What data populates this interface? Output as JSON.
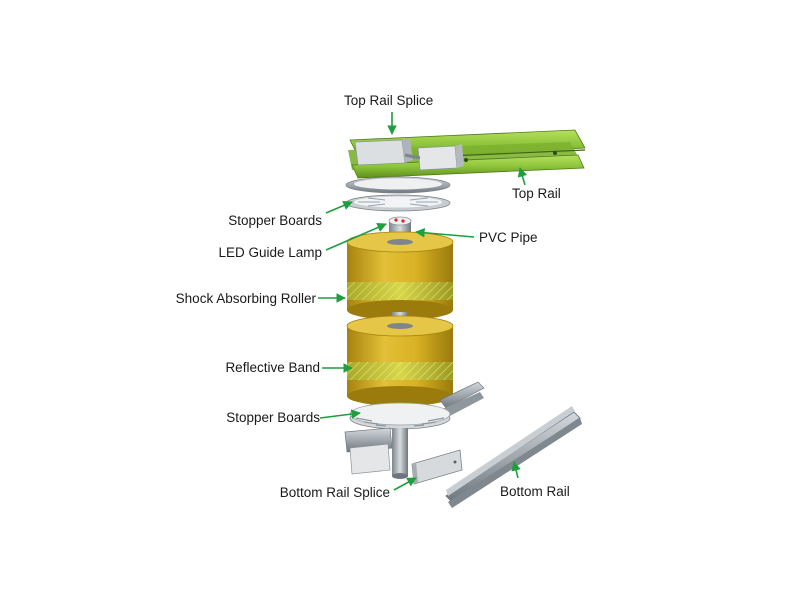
{
  "diagram": {
    "labels": {
      "top_rail_splice": "Top Rail Splice",
      "top_rail": "Top Rail",
      "stopper_boards_top": "Stopper Boards",
      "led_guide_lamp": "LED Guide Lamp",
      "pvc_pipe": "PVC Pipe",
      "shock_absorbing_roller": "Shock Absorbing Roller",
      "reflective_band": "Reflective Band",
      "stopper_boards_bottom": "Stopper Boards",
      "bottom_rail_splice": "Bottom Rail Splice",
      "bottom_rail": "Bottom Rail"
    },
    "colors": {
      "arrow": "#1e9e3c",
      "rail_green": "#8cc43a",
      "roller_yellow": "#d8b21e",
      "reflective_band": "#c9c83a",
      "steel": "#9aa3aa",
      "disc": "#e8eaeb"
    }
  }
}
